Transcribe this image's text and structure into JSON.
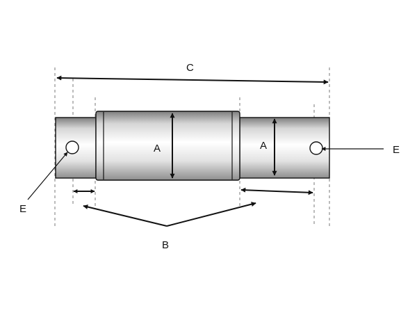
{
  "labels": {
    "overall_length": "C",
    "diameter_main": "A",
    "diameter_end": "A",
    "body_span": "B",
    "hole_left": "E",
    "hole_right": "E"
  },
  "colors": {
    "line": "#111111",
    "dash": "#777777",
    "shade_light": "#ffffff",
    "shade_dark": "#8a8a8a"
  }
}
